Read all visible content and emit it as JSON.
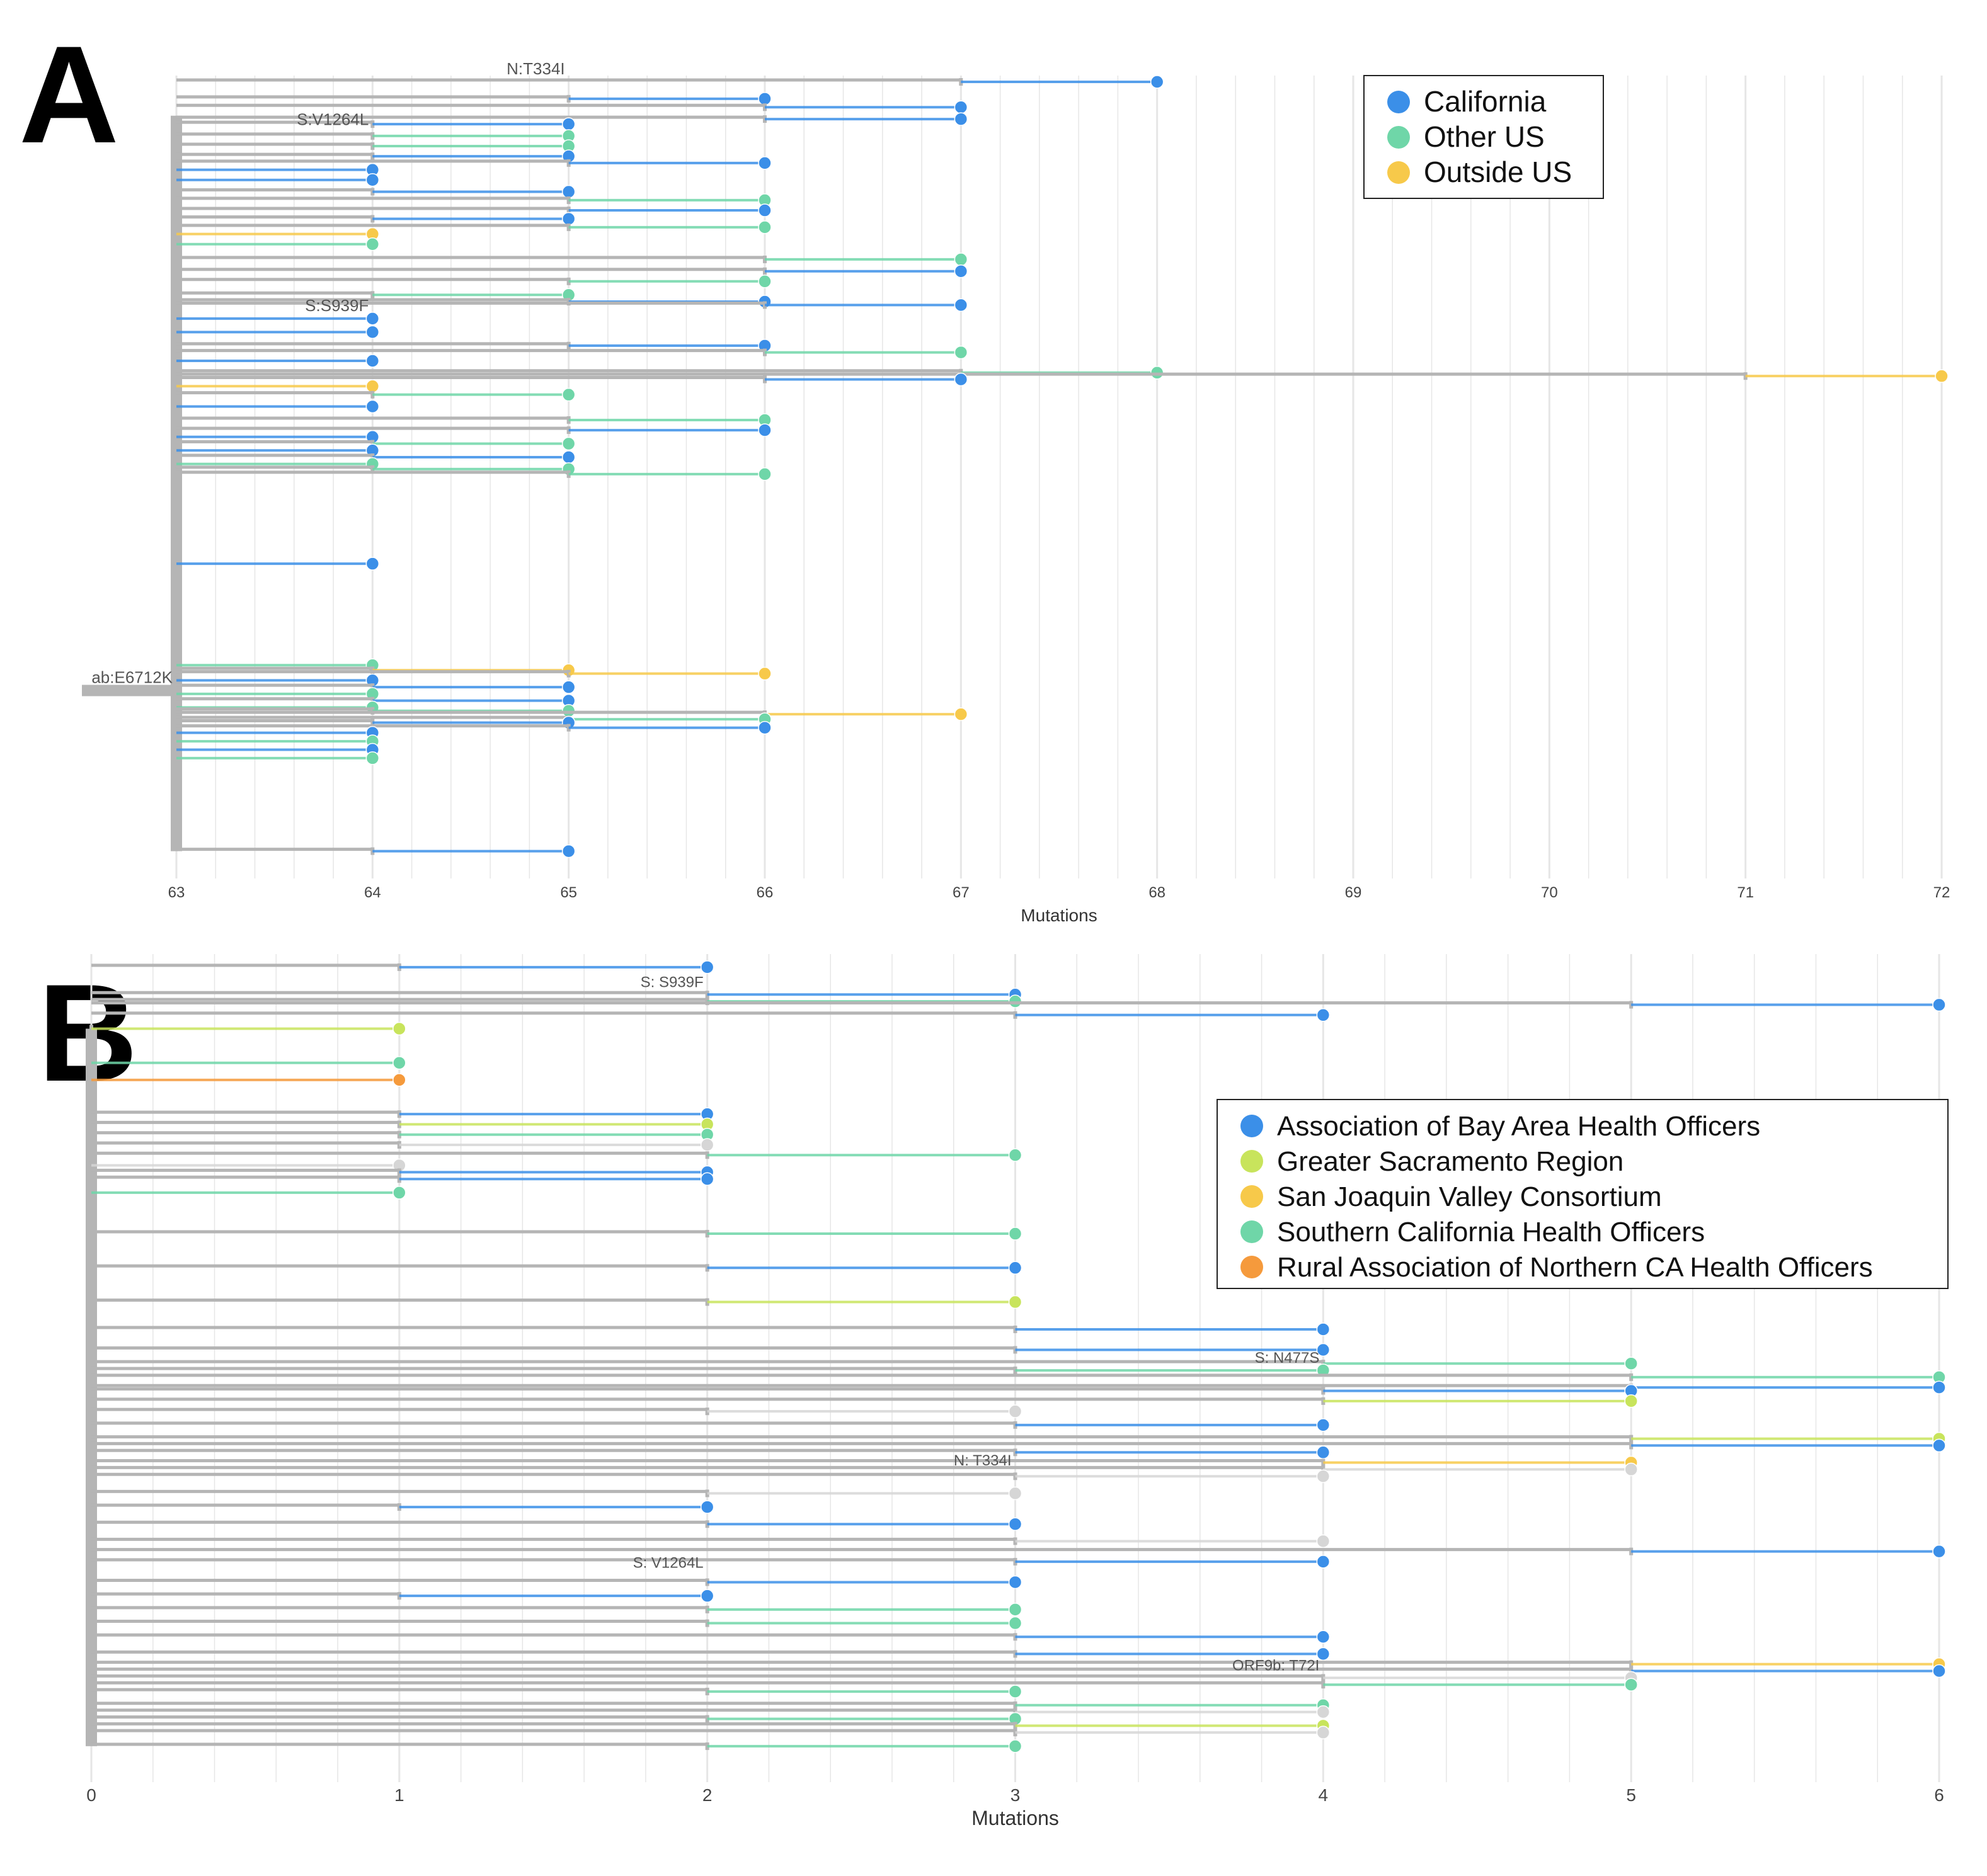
{
  "colors": {
    "California": "#3b8fe8",
    "Other US": "#6fd6a8",
    "Outside US": "#f7c94a",
    "Association of Bay Area Health Officers": "#3b8fe8",
    "Greater Sacramento Region": "#c8e45c",
    "San Joaquin Valley Consortium": "#f7c94a",
    "Southern California Health Officers": "#6fd6a8",
    "Rural Association of Northern CA Health Officers": "#f59a3c",
    "unknown": "#d6d6d6",
    "branch": "#b5b5b5",
    "grid": "#e6e6e6"
  },
  "chart_data": [
    {
      "panel": "A",
      "type": "tree",
      "xlabel": "Mutations",
      "xlim": [
        63,
        72
      ],
      "xticks": [
        "63",
        "64",
        "65",
        "66",
        "67",
        "68",
        "69",
        "70",
        "71",
        "72"
      ],
      "legend": {
        "placement": "top-right",
        "entries": [
          "California",
          "Other US",
          "Outside US"
        ]
      },
      "branch_labels": [
        {
          "text": "N:T334I",
          "x": 65,
          "row": 0
        },
        {
          "text": "S:V1264L",
          "x": 64,
          "row": 3
        },
        {
          "text": "S:S939F",
          "x": 64,
          "row": 14
        },
        {
          "text": "ab:E6712K",
          "x": 63,
          "row": 36
        }
      ],
      "tips": [
        {
          "x": 68,
          "row": 0,
          "color": "California"
        },
        {
          "x": 66,
          "row": 1,
          "color": "California"
        },
        {
          "x": 67,
          "row": 1.5,
          "color": "California"
        },
        {
          "x": 67,
          "row": 2.2,
          "color": "California"
        },
        {
          "x": 65,
          "row": 2.5,
          "color": "California"
        },
        {
          "x": 65,
          "row": 3.2,
          "color": "Other US"
        },
        {
          "x": 65,
          "row": 3.8,
          "color": "Other US"
        },
        {
          "x": 65,
          "row": 4.4,
          "color": "California"
        },
        {
          "x": 66,
          "row": 4.8,
          "color": "California"
        },
        {
          "x": 64,
          "row": 5.2,
          "color": "California"
        },
        {
          "x": 64,
          "row": 5.8,
          "color": "California"
        },
        {
          "x": 65,
          "row": 6.5,
          "color": "California"
        },
        {
          "x": 66,
          "row": 7.0,
          "color": "Other US"
        },
        {
          "x": 66,
          "row": 7.6,
          "color": "California"
        },
        {
          "x": 65,
          "row": 8.1,
          "color": "California"
        },
        {
          "x": 66,
          "row": 8.6,
          "color": "Other US"
        },
        {
          "x": 64,
          "row": 9.0,
          "color": "Outside US"
        },
        {
          "x": 64,
          "row": 9.6,
          "color": "Other US"
        },
        {
          "x": 67,
          "row": 10.5,
          "color": "Other US"
        },
        {
          "x": 67,
          "row": 11.2,
          "color": "California"
        },
        {
          "x": 66,
          "row": 11.8,
          "color": "Other US"
        },
        {
          "x": 65,
          "row": 12.6,
          "color": "Other US"
        },
        {
          "x": 66,
          "row": 13.0,
          "color": "California"
        },
        {
          "x": 67,
          "row": 13.2,
          "color": "California"
        },
        {
          "x": 64,
          "row": 14.0,
          "color": "California"
        },
        {
          "x": 64,
          "row": 14.8,
          "color": "California"
        },
        {
          "x": 66,
          "row": 15.6,
          "color": "California"
        },
        {
          "x": 67,
          "row": 16.0,
          "color": "Other US"
        },
        {
          "x": 64,
          "row": 16.5,
          "color": "California"
        },
        {
          "x": 68,
          "row": 17.2,
          "color": "Other US"
        },
        {
          "x": 72,
          "row": 17.4,
          "color": "Outside US"
        },
        {
          "x": 67,
          "row": 17.6,
          "color": "California"
        },
        {
          "x": 64,
          "row": 18.0,
          "color": "Outside US"
        },
        {
          "x": 65,
          "row": 18.5,
          "color": "Other US"
        },
        {
          "x": 64,
          "row": 19.2,
          "color": "California"
        },
        {
          "x": 66,
          "row": 20.0,
          "color": "Other US"
        },
        {
          "x": 66,
          "row": 20.6,
          "color": "California"
        },
        {
          "x": 64,
          "row": 21.0,
          "color": "California"
        },
        {
          "x": 65,
          "row": 21.4,
          "color": "Other US"
        },
        {
          "x": 64,
          "row": 21.8,
          "color": "California"
        },
        {
          "x": 65,
          "row": 22.2,
          "color": "California"
        },
        {
          "x": 64,
          "row": 22.6,
          "color": "Other US"
        },
        {
          "x": 65,
          "row": 22.9,
          "color": "Other US"
        },
        {
          "x": 66,
          "row": 23.2,
          "color": "Other US"
        },
        {
          "x": 64,
          "row": 28.5,
          "color": "California"
        },
        {
          "x": 64,
          "row": 34.5,
          "color": "Other US"
        },
        {
          "x": 65,
          "row": 34.8,
          "color": "Outside US"
        },
        {
          "x": 66,
          "row": 35.0,
          "color": "Outside US"
        },
        {
          "x": 64,
          "row": 35.4,
          "color": "California"
        },
        {
          "x": 65,
          "row": 35.8,
          "color": "California"
        },
        {
          "x": 64,
          "row": 36.2,
          "color": "Other US"
        },
        {
          "x": 65,
          "row": 36.6,
          "color": "California"
        },
        {
          "x": 64,
          "row": 37.0,
          "color": "Other US"
        },
        {
          "x": 65,
          "row": 37.2,
          "color": "Other US"
        },
        {
          "x": 67,
          "row": 37.4,
          "color": "Outside US"
        },
        {
          "x": 66,
          "row": 37.7,
          "color": "Other US"
        },
        {
          "x": 65,
          "row": 37.9,
          "color": "California"
        },
        {
          "x": 66,
          "row": 38.2,
          "color": "California"
        },
        {
          "x": 64,
          "row": 38.5,
          "color": "California"
        },
        {
          "x": 64,
          "row": 39.0,
          "color": "Other US"
        },
        {
          "x": 64,
          "row": 39.5,
          "color": "California"
        },
        {
          "x": 64,
          "row": 40.0,
          "color": "Other US"
        },
        {
          "x": 65,
          "row": 45.5,
          "color": "California"
        }
      ]
    },
    {
      "panel": "B",
      "type": "tree",
      "xlabel": "Mutations",
      "xlim": [
        0,
        6
      ],
      "xticks": [
        "0",
        "1",
        "2",
        "3",
        "4",
        "5",
        "6"
      ],
      "legend": {
        "placement": "top-right",
        "entries": [
          "Association of Bay Area Health Officers",
          "Greater Sacramento Region",
          "San Joaquin Valley Consortium",
          "Southern California Health Officers",
          "Rural Association of Northern CA Health Officers"
        ]
      },
      "branch_labels": [
        {
          "text": "S: S939F",
          "x": 2,
          "row": 1
        },
        {
          "text": "S: N477S",
          "x": 4,
          "row": 12
        },
        {
          "text": "N: T334I",
          "x": 3,
          "row": 15
        },
        {
          "text": "S: V1264L",
          "x": 2,
          "row": 18
        },
        {
          "text": "ORF9b: T72I",
          "x": 4,
          "row": 21
        }
      ],
      "tips": [
        {
          "x": 2,
          "row": 0.2,
          "color": "Association of Bay Area Health Officers"
        },
        {
          "x": 3,
          "row": 1.0,
          "color": "Association of Bay Area Health Officers"
        },
        {
          "x": 3,
          "row": 1.2,
          "color": "Southern California Health Officers"
        },
        {
          "x": 6,
          "row": 1.3,
          "color": "Association of Bay Area Health Officers"
        },
        {
          "x": 4,
          "row": 1.6,
          "color": "Association of Bay Area Health Officers"
        },
        {
          "x": 1,
          "row": 2.0,
          "color": "Greater Sacramento Region"
        },
        {
          "x": 1,
          "row": 3.0,
          "color": "Southern California Health Officers"
        },
        {
          "x": 1,
          "row": 3.5,
          "color": "Rural Association of Northern CA Health Officers"
        },
        {
          "x": 2,
          "row": 4.5,
          "color": "Association of Bay Area Health Officers"
        },
        {
          "x": 2,
          "row": 4.8,
          "color": "Greater Sacramento Region"
        },
        {
          "x": 2,
          "row": 5.1,
          "color": "Southern California Health Officers"
        },
        {
          "x": 2,
          "row": 5.4,
          "color": "unknown"
        },
        {
          "x": 3,
          "row": 5.7,
          "color": "Southern California Health Officers"
        },
        {
          "x": 1,
          "row": 6.0,
          "color": "unknown"
        },
        {
          "x": 2,
          "row": 6.2,
          "color": "Association of Bay Area Health Officers"
        },
        {
          "x": 2,
          "row": 6.4,
          "color": "Association of Bay Area Health Officers"
        },
        {
          "x": 1,
          "row": 6.8,
          "color": "Southern California Health Officers"
        },
        {
          "x": 3,
          "row": 8.0,
          "color": "Southern California Health Officers"
        },
        {
          "x": 3,
          "row": 9.0,
          "color": "Association of Bay Area Health Officers"
        },
        {
          "x": 3,
          "row": 10.0,
          "color": "Greater Sacramento Region"
        },
        {
          "x": 4,
          "row": 10.8,
          "color": "Association of Bay Area Health Officers"
        },
        {
          "x": 4,
          "row": 11.4,
          "color": "Association of Bay Area Health Officers"
        },
        {
          "x": 5,
          "row": 11.8,
          "color": "Southern California Health Officers"
        },
        {
          "x": 4,
          "row": 12.0,
          "color": "Southern California Health Officers"
        },
        {
          "x": 6,
          "row": 12.2,
          "color": "Southern California Health Officers"
        },
        {
          "x": 6,
          "row": 12.5,
          "color": "Association of Bay Area Health Officers"
        },
        {
          "x": 5,
          "row": 12.6,
          "color": "Association of Bay Area Health Officers"
        },
        {
          "x": 5,
          "row": 12.9,
          "color": "Greater Sacramento Region"
        },
        {
          "x": 3,
          "row": 13.2,
          "color": "unknown"
        },
        {
          "x": 4,
          "row": 13.6,
          "color": "Association of Bay Area Health Officers"
        },
        {
          "x": 6,
          "row": 14.0,
          "color": "Greater Sacramento Region"
        },
        {
          "x": 6,
          "row": 14.2,
          "color": "Association of Bay Area Health Officers"
        },
        {
          "x": 4,
          "row": 14.4,
          "color": "Association of Bay Area Health Officers"
        },
        {
          "x": 5,
          "row": 14.7,
          "color": "San Joaquin Valley Consortium"
        },
        {
          "x": 5,
          "row": 14.9,
          "color": "unknown"
        },
        {
          "x": 4,
          "row": 15.1,
          "color": "unknown"
        },
        {
          "x": 3,
          "row": 15.6,
          "color": "unknown"
        },
        {
          "x": 2,
          "row": 16.0,
          "color": "Association of Bay Area Health Officers"
        },
        {
          "x": 3,
          "row": 16.5,
          "color": "Association of Bay Area Health Officers"
        },
        {
          "x": 4,
          "row": 17.0,
          "color": "unknown"
        },
        {
          "x": 6,
          "row": 17.3,
          "color": "Association of Bay Area Health Officers"
        },
        {
          "x": 4,
          "row": 17.6,
          "color": "Association of Bay Area Health Officers"
        },
        {
          "x": 3,
          "row": 18.2,
          "color": "Association of Bay Area Health Officers"
        },
        {
          "x": 2,
          "row": 18.6,
          "color": "Association of Bay Area Health Officers"
        },
        {
          "x": 3,
          "row": 19.0,
          "color": "Southern California Health Officers"
        },
        {
          "x": 3,
          "row": 19.4,
          "color": "Southern California Health Officers"
        },
        {
          "x": 4,
          "row": 19.8,
          "color": "Association of Bay Area Health Officers"
        },
        {
          "x": 4,
          "row": 20.3,
          "color": "Association of Bay Area Health Officers"
        },
        {
          "x": 6,
          "row": 20.6,
          "color": "San Joaquin Valley Consortium"
        },
        {
          "x": 6,
          "row": 20.8,
          "color": "Association of Bay Area Health Officers"
        },
        {
          "x": 5,
          "row": 21.0,
          "color": "unknown"
        },
        {
          "x": 5,
          "row": 21.2,
          "color": "Southern California Health Officers"
        },
        {
          "x": 3,
          "row": 21.4,
          "color": "Southern California Health Officers"
        },
        {
          "x": 4,
          "row": 21.8,
          "color": "Southern California Health Officers"
        },
        {
          "x": 4,
          "row": 22.0,
          "color": "unknown"
        },
        {
          "x": 3,
          "row": 22.2,
          "color": "Southern California Health Officers"
        },
        {
          "x": 4,
          "row": 22.4,
          "color": "Greater Sacramento Region"
        },
        {
          "x": 4,
          "row": 22.6,
          "color": "unknown"
        },
        {
          "x": 3,
          "row": 23.0,
          "color": "Southern California Health Officers"
        }
      ]
    }
  ]
}
